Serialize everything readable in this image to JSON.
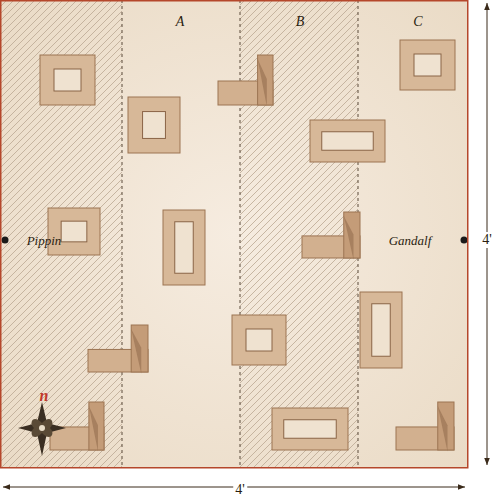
{
  "diagram": {
    "labels": [
      "A",
      "B",
      "C",
      "Pippin",
      "Gandalf",
      "4'",
      "4'",
      "n"
    ]
  }
}
